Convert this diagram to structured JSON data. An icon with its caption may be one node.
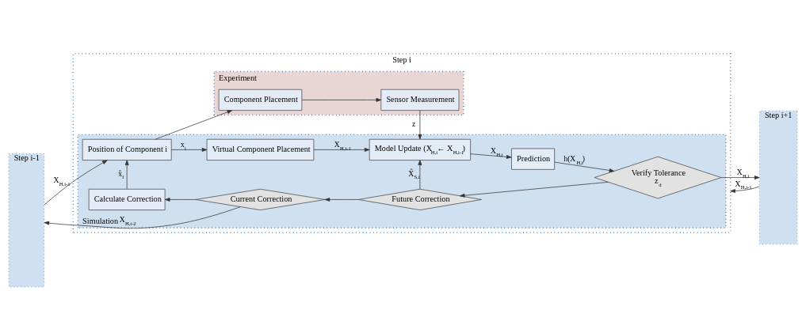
{
  "diagram": {
    "nodes": [
      {
        "text": [
          "Step i-1"
        ]
      },
      {
        "text": [
          "Step i"
        ]
      },
      {
        "text": [
          "Experiment"
        ],
        "in": 1
      },
      {
        "text": [
          "Component Placement"
        ],
        "in": 2
      },
      {
        "text": [
          "Sensor Measurement"
        ],
        "in": 2
      },
      {
        "text": [
          "Simulation"
        ],
        "in": 1
      },
      {
        "text": [
          "Position of Component i"
        ],
        "in": 5
      },
      {
        "text": [
          "Virtual Component Placement"
        ],
        "in": 5
      },
      {
        "text": [
          "Model Update (X$_{H,i}$← X$_{H,i-1}$)"
        ],
        "in": 5
      },
      {
        "text": [
          "Prediction"
        ],
        "in": 5
      },
      {
        "text": [
          "Verify Tolerance",
          "z$_{d}$"
        ],
        "in": 5
      },
      {
        "text": [
          "Future Correction"
        ],
        "in": 5
      },
      {
        "text": [
          "Current Correction"
        ],
        "in": 5
      },
      {
        "text": [
          "Calculate Correction"
        ],
        "in": 5
      },
      {
        "text": [
          "Step i+1"
        ]
      }
    ],
    "edges": [
      {
        "from": 0,
        "to": 6,
        "arrow": "to",
        "label": "X$_{H,i-1}$"
      },
      {
        "from": 6,
        "to": 7,
        "arrow": "to",
        "label": "x$_{i}$"
      },
      {
        "from": 6,
        "to": 3,
        "arrow": "to"
      },
      {
        "from": 3,
        "to": 4,
        "arrow": "to"
      },
      {
        "from": 4,
        "to": 8,
        "arrow": "to",
        "label": "z"
      },
      {
        "from": 7,
        "to": 8,
        "arrow": "to",
        "label": "X$_{H,i-1}$"
      },
      {
        "from": 8,
        "to": 9,
        "arrow": "to",
        "label": "X$_{H,i}$"
      },
      {
        "from": 9,
        "to": 10,
        "arrow": "to",
        "label": "h(X$_{H,i}$)"
      },
      {
        "from": 10,
        "to": 14,
        "arrow": "to",
        "label": "X$_{H,i}$"
      },
      {
        "from": 10,
        "to": 11,
        "arrow": "to"
      },
      {
        "from": 11,
        "to": 8,
        "arrow": "to",
        "label": "X̂$_{S,i}$"
      },
      {
        "from": 11,
        "to": 12,
        "arrow": "to"
      },
      {
        "from": 12,
        "to": 13,
        "arrow": "to"
      },
      {
        "from": 13,
        "to": 6,
        "arrow": "to",
        "label": "x̂$_{i}$"
      },
      {
        "from": 12,
        "to": 0,
        "arrow": "to",
        "label": "X$_{H,i-2}$"
      },
      {
        "from": 14,
        "to": 1,
        "arrow": "to",
        "label": "X$_{H,i-1}$"
      }
    ]
  }
}
